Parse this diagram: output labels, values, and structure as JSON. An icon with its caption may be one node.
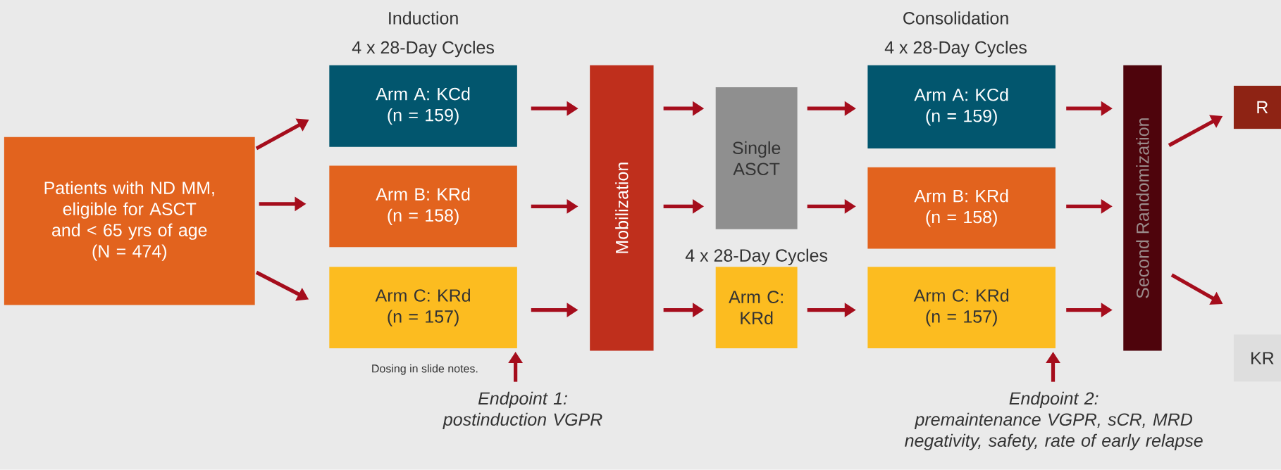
{
  "diagram": {
    "nodes": [
      {
        "text": [
          "Patients with ND MM, eligible for ASCT and < 65 yrs of age",
          "(N = 474)"
        ]
      },
      {
        "text": [
          "Arm A: KCd (n = 159)"
        ]
      },
      {
        "text": [
          "Arm B: KRd (n = 158)"
        ]
      },
      {
        "text": [
          "Arm C: KRd (n = 157)"
        ]
      },
      {
        "text": [
          "Mobilization"
        ]
      },
      {
        "text": [
          "Single ASCT"
        ]
      },
      {
        "text": [
          "Arm C: KRd"
        ]
      },
      {
        "text": [
          "Arm A: KCd (n = 159)"
        ]
      },
      {
        "text": [
          "Arm B: KRd (n = 158)"
        ]
      },
      {
        "text": [
          "Arm C: KRd (n = 157)"
        ]
      },
      {
        "text": [
          "Second Randomization"
        ]
      },
      {
        "text": [
          "R"
        ]
      },
      {
        "text": [
          "KR"
        ]
      },
      {
        "text": [
          "Endpoint 1:",
          "postinduction VGPR"
        ]
      },
      {
        "text": [
          "Endpoint 2:",
          "premaintenance VGPR, sCR, MRD negativity, safety, rate of early relapse"
        ]
      }
    ],
    "edges": [
      {
        "from": 0,
        "to": 1,
        "arrow": "to"
      },
      {
        "from": 0,
        "to": 2,
        "arrow": "to"
      },
      {
        "from": 0,
        "to": 3,
        "arrow": "to"
      },
      {
        "from": 1,
        "to": 4,
        "arrow": "to"
      },
      {
        "from": 2,
        "to": 4,
        "arrow": "to"
      },
      {
        "from": 3,
        "to": 4,
        "arrow": "to"
      },
      {
        "from": 4,
        "to": 5,
        "arrow": "to"
      },
      {
        "from": 4,
        "to": 5,
        "arrow": "to"
      },
      {
        "from": 4,
        "to": 6,
        "arrow": "to"
      },
      {
        "from": 5,
        "to": 7,
        "arrow": "to"
      },
      {
        "from": 5,
        "to": 8,
        "arrow": "to"
      },
      {
        "from": 6,
        "to": 9,
        "arrow": "to"
      },
      {
        "from": 7,
        "to": 10,
        "arrow": "to"
      },
      {
        "from": 8,
        "to": 10,
        "arrow": "to"
      },
      {
        "from": 9,
        "to": 10,
        "arrow": "to"
      },
      {
        "from": 10,
        "to": 11,
        "arrow": "to"
      },
      {
        "from": 10,
        "to": 12,
        "arrow": "to"
      },
      {
        "from": 13,
        "to": 3,
        "arrow": "to"
      },
      {
        "from": 14,
        "to": 9,
        "arrow": "to"
      }
    ],
    "labels": [
      "Induction",
      "4 x 28-Day Cycles",
      "Consolidation",
      "4 x 28-Day Cycles",
      "4 x 28-Day Cycles",
      "Dosing in slide notes."
    ]
  }
}
